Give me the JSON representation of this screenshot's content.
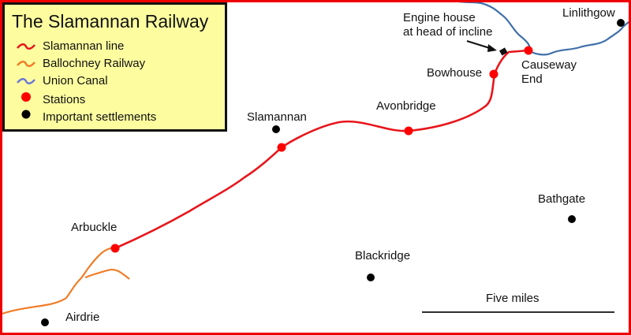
{
  "legend": {
    "title": "The Slamannan Railway",
    "items": [
      {
        "label": "Slamannan line",
        "symbol": "wave",
        "color": "#e8151b"
      },
      {
        "label": "Ballochney Railway",
        "symbol": "wave",
        "color": "#f07c26"
      },
      {
        "label": "Union Canal",
        "symbol": "wave",
        "color": "#6b78d8"
      },
      {
        "label": "Stations",
        "symbol": "dot",
        "color": "#ff0000"
      },
      {
        "label": "Important settlements",
        "symbol": "dot",
        "color": "#000000"
      }
    ]
  },
  "colors": {
    "border": "#ee0000",
    "slamannan_line": "#e8151b",
    "ballochney_railway": "#f07c26",
    "union_canal": "#3f6fa8",
    "legend_bg": "#fdfda0"
  },
  "stations": [
    "Arbuckle",
    "Slamannan (station)",
    "Avonbridge",
    "Bowhouse",
    "Causeway End"
  ],
  "places": {
    "linlithgow": "Linlithgow",
    "causeway_end": "Causeway\nEnd",
    "bowhouse": "Bowhouse",
    "avonbridge": "Avonbridge",
    "slamannan": "Slamannan",
    "arbuckle": "Arbuckle",
    "airdrie": "Airdrie",
    "blackridge": "Blackridge",
    "bathgate": "Bathgate"
  },
  "annotation": {
    "engine_house": "Engine house\nat head of incline"
  },
  "scale_bar": {
    "label": "Five miles"
  }
}
